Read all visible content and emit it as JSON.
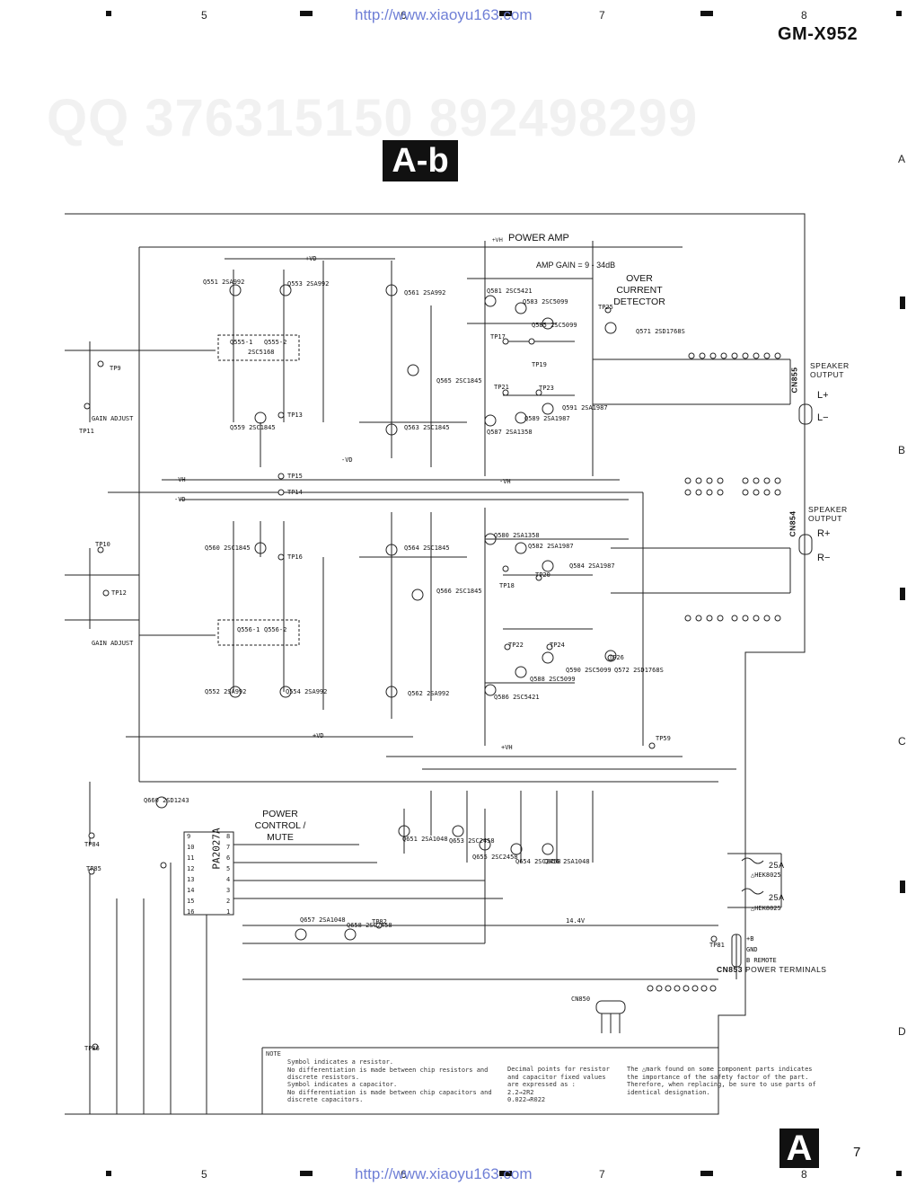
{
  "header": {
    "model": "GM-X952",
    "url": "http://www.xiaoyu163.com",
    "columns": [
      "5",
      "6",
      "7",
      "8"
    ]
  },
  "watermark": {
    "contact": "QQ 376315150   892498299"
  },
  "rows": [
    "A",
    "B",
    "C",
    "D"
  ],
  "title_badge": "A-b",
  "footer": {
    "section_letter": "A",
    "page_number": "7",
    "url": "http://www.xiaoyu163.com",
    "columns": [
      "5",
      "6",
      "7",
      "8"
    ]
  },
  "schematic": {
    "labels": {
      "power_amp": "POWER AMP",
      "amp_gain": "AMP GAIN = 9 - 34dB",
      "over_current": [
        "OVER",
        "CURRENT",
        "DETECTOR"
      ],
      "power_control": [
        "POWER",
        "CONTROL /",
        "MUTE"
      ],
      "speaker_output_top": [
        "SPEAKER",
        "OUTPUT"
      ],
      "speaker_output_bottom": [
        "SPEAKER",
        "OUTPUT"
      ],
      "l_plus": "L+",
      "l_minus": "L−",
      "r_plus": "R+",
      "r_minus": "R−",
      "cn855": "CN855",
      "cn854": "CN854",
      "cn853": "CN853",
      "cn850": "CN850",
      "power_terminals": "POWER TERMINALS",
      "gain_adjust_top": "GAIN ADJUST",
      "gain_adjust_bottom": "GAIN ADJUST",
      "ic": "PA2027A",
      "fuse_25a_1": "25A",
      "fuse_25a_2": "25A",
      "fuse_part_1": "△HEK8025",
      "fuse_part_2": "△HEK8025",
      "voltage_14v": "14.4V",
      "plus_b": "+B",
      "gnd": "GND",
      "b_remote": "B REMOTE",
      "vh_top": "+VH",
      "vd_top": "+VD",
      "vh_mid": "+VH",
      "vd_bottom": "+VD",
      "minus_vh_1": "-VH",
      "minus_vd_1": "-VD",
      "minus_vh_2": "-VH",
      "minus_vd_2": "-VD"
    },
    "transistors": [
      "Q551 2SA992",
      "Q553 2SA992",
      "Q555-1",
      "Q555-2",
      "2SC5168",
      "Q561 2SA992",
      "Q559 2SC1845",
      "Q563 2SC1845",
      "Q565 2SC1845",
      "Q581 2SC5421",
      "Q583 2SC5099",
      "Q585 2SC5099",
      "Q587 2SA1358",
      "Q589 2SA1987",
      "Q591 2SA1987",
      "Q571 2SD1768S",
      "Q560 2SC1845",
      "Q564 2SC1845",
      "Q566 2SC1845",
      "Q580 2SA1358",
      "Q582 2SA1987",
      "Q584 2SA1987",
      "Q586 2SC5421",
      "Q588 2SC5099",
      "Q590 2SC5099",
      "Q572 2SD1768S",
      "Q552 2SA992",
      "Q554 2SA992",
      "Q556-1",
      "Q556-2",
      "Q562 2SA992",
      "Q660 2SD1243",
      "Q651 2SA1048",
      "Q653 2SC2458",
      "Q655 2SC2458",
      "Q654 2SC2458",
      "Q656 2SA1048",
      "Q657 2SA1048",
      "Q658 2SC2458"
    ],
    "test_points": [
      "TP11",
      "TP9",
      "TP13",
      "TP15",
      "TP14",
      "TP16",
      "TP10",
      "TP12",
      "TP17",
      "TP19",
      "TP21",
      "TP23",
      "TP25",
      "TP18",
      "TP20",
      "TP22",
      "TP24",
      "TP26",
      "TP59",
      "TP84",
      "TP85",
      "TP81",
      "TP82",
      "TP86"
    ]
  },
  "notes": {
    "title": "NOTE",
    "resistor": "Symbol indicates a resistor.\nNo differentiation is made between chip resistors and\ndiscrete resistors.",
    "capacitor": "Symbol indicates a capacitor.\nNo differentiation is made between chip capacitors and\ndiscrete capacitors.",
    "decimal": "Decimal points for resistor\nand capacitor fixed values\nare expressed as :\n2.2→2R2\n0.022→R022",
    "safety": "The △mark found on some component parts indicates\nthe importance of the safety factor of the part.\nTherefore, when replacing, be sure to use parts of\nidentical designation."
  }
}
